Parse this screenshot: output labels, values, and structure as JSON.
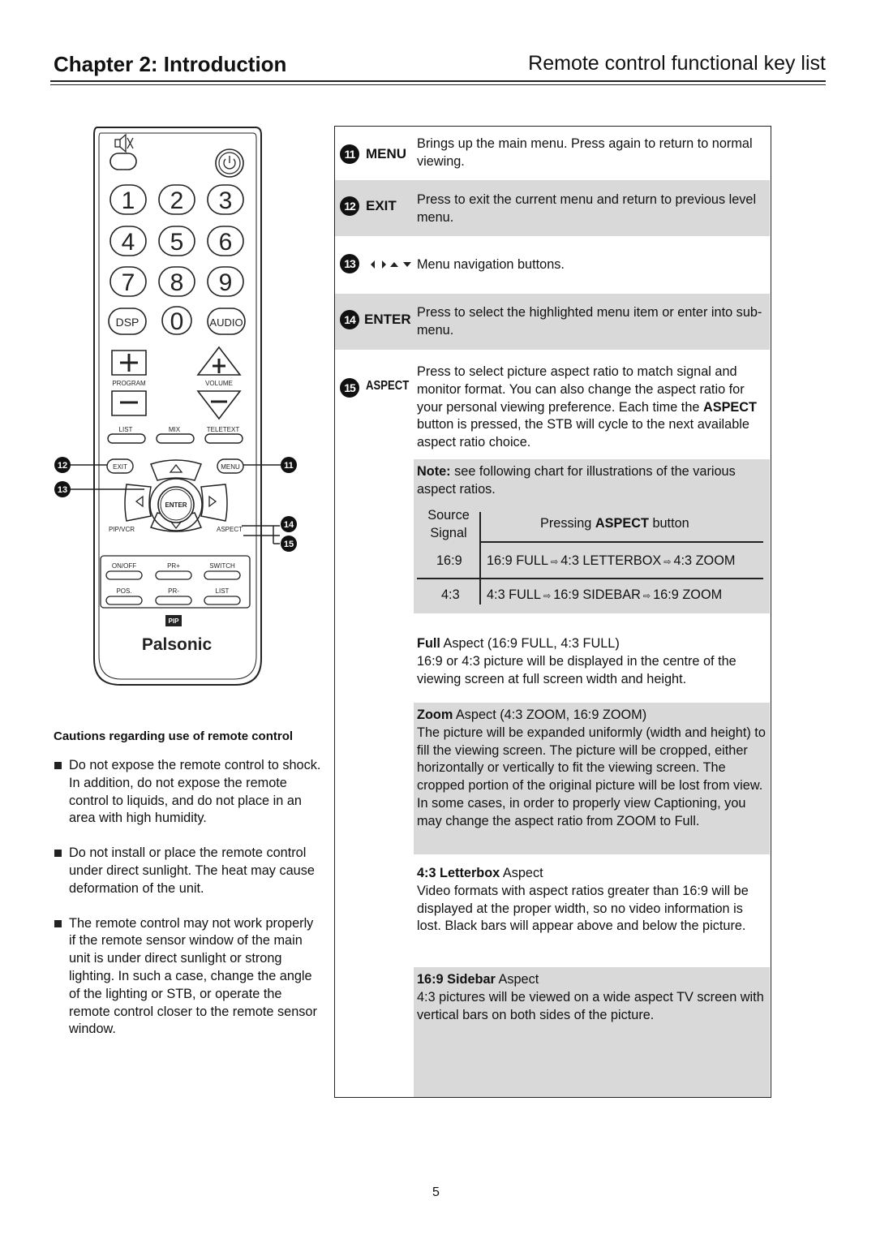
{
  "header": {
    "chapter": "Chapter 2: Introduction",
    "section": "Remote control functional key list"
  },
  "remote": {
    "digits": [
      "1",
      "2",
      "3",
      "4",
      "5",
      "6",
      "7",
      "8",
      "9",
      "0"
    ],
    "dsp": "DSP",
    "audio": "AUDIO",
    "program": "PROGRAM",
    "volume": "VOLUME",
    "list": "LIST",
    "mix": "MIX",
    "teletext": "TELETEXT",
    "exit": "EXIT",
    "menu": "MENU",
    "enter": "ENTER",
    "pipvcr": "PIP/VCR",
    "aspect": "ASPECT",
    "onoff": "ON/OFF",
    "prplus": "PR+",
    "switch": "SWITCH",
    "pos": "POS.",
    "prminus": "PR-",
    "list2": "LIST",
    "pip": "PIP",
    "brand": "Palsonic",
    "callouts": [
      "12",
      "13",
      "11",
      "14",
      "15"
    ]
  },
  "cautions": {
    "title": "Cautions regarding use of remote control",
    "items": [
      "Do not expose the remote control to shock. In addition, do not expose the remote control to liquids, and do not place in an area with high humidity.",
      "Do not install or place the remote control under direct sunlight. The heat may cause deformation of the unit.",
      "The remote control may not work properly if the remote sensor window of the main unit is under direct sunlight or strong lighting. In such a case, change the angle of the lighting or STB, or operate the remote control closer to the remote sensor window."
    ]
  },
  "keys": [
    {
      "num": "11",
      "label": "MENU",
      "desc": "Brings up the main menu. Press again to return to normal viewing."
    },
    {
      "num": "12",
      "label": "EXIT",
      "desc": "Press to exit the current menu and return to previous level menu."
    },
    {
      "num": "13",
      "label": "",
      "desc": "Menu navigation buttons."
    },
    {
      "num": "14",
      "label": "ENTER",
      "desc": "Press to select the highlighted menu item or enter into sub-menu."
    },
    {
      "num": "15",
      "label": "ASPECT",
      "desc_1": "Press to select picture aspect ratio to match signal and monitor format. You can also change the aspect ratio for your personal viewing preference. Each time the ",
      "desc_bold": "ASPECT",
      "desc_2": " button is pressed, the STB will cycle to the next available aspect ratio choice."
    }
  ],
  "note": {
    "bold": "Note:",
    "text": " see following chart for illustrations of the various aspect ratios."
  },
  "table": {
    "col1_line1": "Source",
    "col1_line2": "Signal",
    "head_1": "Pressing ",
    "head_bold": "ASPECT",
    "head_2": " button",
    "rows": [
      {
        "src": "16:9",
        "a": "16:9 FULL",
        "b": "4:3 LETTERBOX",
        "c": "4:3 ZOOM"
      },
      {
        "src": "4:3",
        "a": "4:3 FULL",
        "b": "16:9 SIDEBAR",
        "c": "16:9 ZOOM"
      }
    ]
  },
  "full": {
    "bold": "Full",
    "title": " Aspect (16:9 FULL, 4:3 FULL)",
    "text": "16:9 or 4:3 picture will be displayed in the centre of the viewing screen at full screen width and height."
  },
  "zoom": {
    "bold": "Zoom",
    "title": " Aspect (4:3 ZOOM, 16:9 ZOOM)",
    "text1": "The picture will be expanded uniformly (width and height) to fill the viewing screen. The picture will be cropped, either horizontally or vertically to fit the viewing screen. The cropped portion of the original picture will be lost from view.",
    "text2": "In some cases, in order to properly view Captioning, you may change the aspect ratio from ZOOM to Full."
  },
  "letterbox": {
    "bold": "4:3 Letterbox",
    "title": " Aspect",
    "text": "Video formats with aspect ratios greater than 16:9 will be displayed at the proper width, so no video information is lost. Black bars will appear above and below the picture."
  },
  "sidebar": {
    "bold": "16:9 Sidebar",
    "title": " Aspect",
    "text": "4:3 pictures will be viewed on a wide aspect TV screen with vertical bars on both sides of the picture."
  },
  "page_number": "5"
}
